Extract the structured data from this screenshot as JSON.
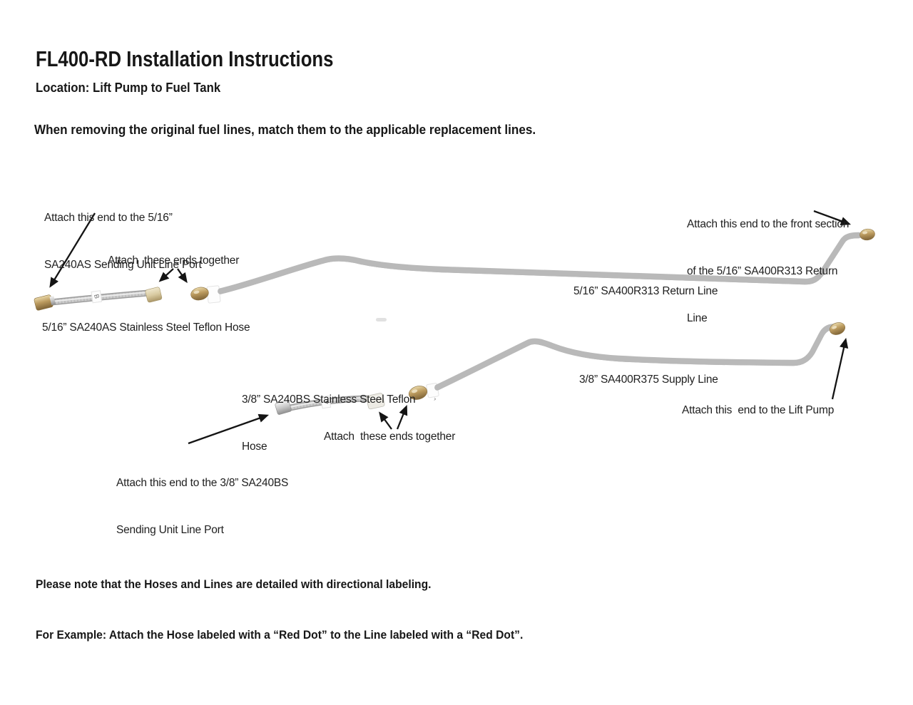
{
  "header": {
    "title": "FL400-RD Installation Instructions",
    "location": "Location: Lift Pump to Fuel Tank",
    "warning": "When removing the original fuel lines, match them to the applicable replacement lines."
  },
  "diagram": {
    "annotations": {
      "attach_5_16_port_line1": "Attach this end to the 5/16”",
      "attach_5_16_port_line2": "SA240AS Sending Unit Line Port",
      "attach_together_top": "Attach  these ends together",
      "attach_return_front_line1": "Attach this end to the front section",
      "attach_return_front_line2": "of the 5/16” SA400R313 Return",
      "attach_return_front_line3": "Line",
      "return_line_label": "5/16” SA400R313 Return Line",
      "hose_5_16_label": "5/16” SA240AS Stainless Steel Teflon Hose",
      "hose_3_8_label_line1": "3/8” SA240BS Stainless Steel Teflon",
      "hose_3_8_label_line2": "Hose",
      "supply_line_label": "3/8” SA400R375 Supply Line",
      "attach_lift_pump": "Attach this  end to the Lift Pump",
      "attach_together_bottom": "Attach  these ends together",
      "attach_3_8_port_line1": "Attach this end to the 3/8” SA240BS",
      "attach_3_8_port_line2": "Sending Unit Line Port"
    },
    "band_tags": {
      "hose_5_16": "B",
      "hose_3_8": "◄",
      "supply_line": "›"
    },
    "colors": {
      "brass": "#b5945c",
      "tube": "#d9d9d9",
      "arrow": "#141414"
    }
  },
  "notes": {
    "line1": "Please note that the Hoses and Lines are detailed with directional labeling.",
    "line2": "For Example: Attach the Hose labeled with a “Red Dot” to the Line labeled with a “Red Dot”."
  }
}
